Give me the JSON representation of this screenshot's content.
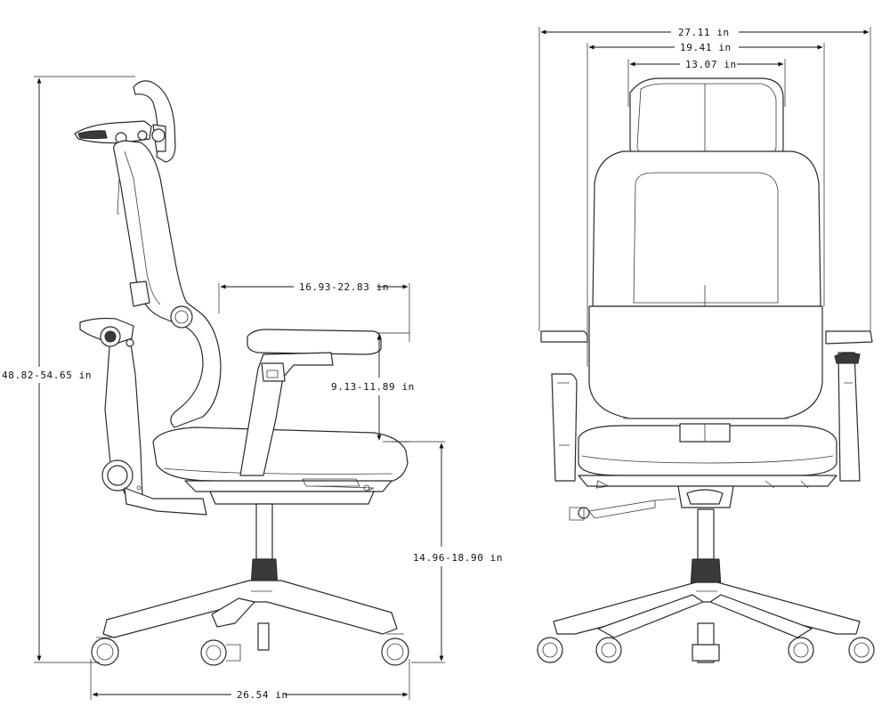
{
  "dimensions": {
    "side_total_height": "48.82-54.65 in",
    "side_seat_depth": "16.93-22.83 in",
    "side_armrest_height": "9.13-11.89 in",
    "side_seat_height": "14.96-18.90 in",
    "side_base_width": "26.54 in",
    "front_total_width": "27.11 in",
    "front_seat_width": "19.41 in",
    "front_headrest_width": "13.07 in"
  }
}
